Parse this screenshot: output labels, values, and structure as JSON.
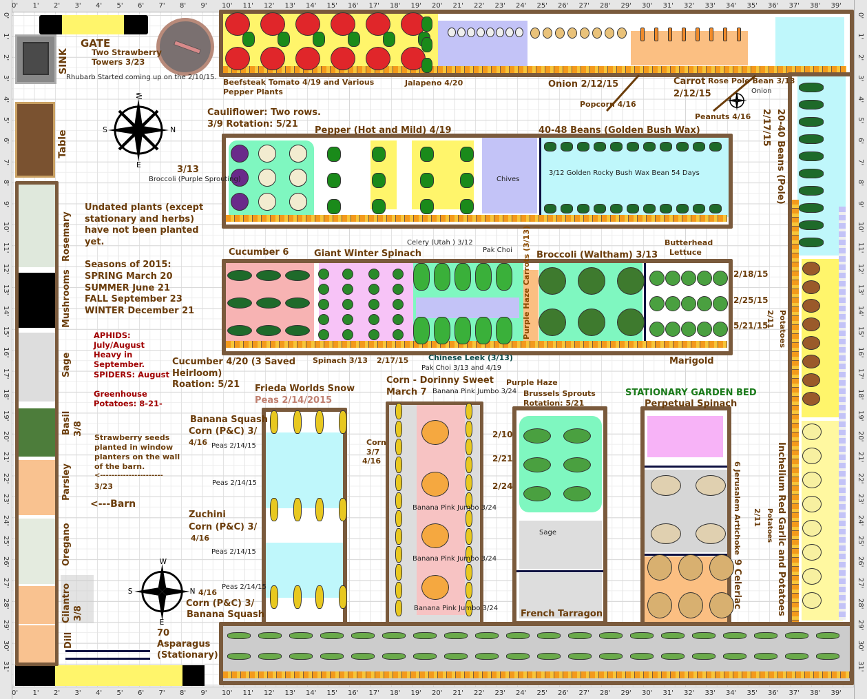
{
  "rulers": {
    "horizontal": [
      "0'",
      "1'",
      "2'",
      "3'",
      "4'",
      "5'",
      "6'",
      "7'",
      "8'",
      "9'",
      "10'",
      "11'",
      "12'",
      "13'",
      "14'",
      "15'",
      "16'",
      "17'",
      "18'",
      "19'",
      "20'",
      "21'",
      "22'",
      "23'",
      "24'",
      "25'",
      "26'",
      "27'",
      "28'",
      "29'",
      "30'",
      "31'",
      "32'",
      "33'",
      "34'",
      "35'",
      "36'",
      "37'",
      "38'",
      "39'"
    ],
    "vertical": [
      "0'",
      "1'",
      "2'",
      "3'",
      "4'",
      "5'",
      "6'",
      "7'",
      "8'",
      "9'",
      "10'",
      "11'",
      "12'",
      "13'",
      "14'",
      "15'",
      "16'",
      "17'",
      "18'",
      "19'",
      "20'",
      "21'",
      "22'",
      "23'",
      "24'",
      "25'",
      "26'",
      "27'",
      "28'",
      "29'",
      "30'",
      "31'"
    ]
  },
  "colors": {
    "label": "#6b3d0b",
    "wood": "#7a5a3c",
    "tomato_zone": "#fff56b",
    "bean_zone": "#bff7fb",
    "green_zone": "#7ff7c0",
    "pink_zone": "#f7b3b3",
    "lavender_zone": "#c3c3f7",
    "orange_zone": "#fbbf82"
  },
  "compass": {
    "n": "N",
    "s": "S",
    "e": "E",
    "w": "W"
  },
  "labels": {
    "gate": "GATE",
    "sink": "SINK",
    "strawberry_towers_1": "Two Strawberry",
    "strawberry_towers_2": "Towers 3/23",
    "rhubarb": "Rhubarb Started coming up on the 2/10/15.",
    "table": "Table",
    "beefsteak_1": "Beefsteak Tomato 4/19 and Various",
    "beefsteak_2": "Pepper Plants",
    "jalapeno": "Jalapeno 4/20",
    "onion": "Onion 2/12/15",
    "popcorn": "Popcorn 4/16",
    "carrot_1": "Carrot",
    "carrot_2": "2/12/15",
    "rose_pole_bean": "Rose Pole Bean 3/13",
    "onion_small": "Onion",
    "peanuts": "Peanuts 4/16",
    "pole_beans": "20-40 Beans (Pole)",
    "pole_beans_date": "2/17/15",
    "cauliflower_1": "Cauliflower: Two rows.",
    "cauliflower_2": "3/9 Rotation: 5/21",
    "pepper_hot_mild": "Pepper (Hot and Mild) 4/19",
    "golden_beans": "40-48 Beans (Golden Bush Wax)",
    "golden_rocky": "3/12 Golden Rocky Bush Wax Bean 54 Days",
    "chives": "Chives",
    "broccoli_purple_date": "3/13",
    "broccoli_purple": "Broccoli (Purple Sprouting)",
    "undated_1": "Undated plants (except",
    "undated_2": "stationary and herbs)",
    "undated_3": "have not been planted",
    "undated_4": "yet.",
    "seasons": "Seasons of 2015:",
    "spring": "SPRING  March 20",
    "summer": "SUMMER  June 21",
    "fall": "FALL  September 23",
    "winter": "WINTER  December 21",
    "aphids_1": "APHIDS:",
    "aphids_2": "July/August",
    "aphids_3": "Heavy in",
    "aphids_4": "September.",
    "spiders": "SPIDERS: August",
    "greenhouse_1": "Greenhouse",
    "greenhouse_2": "Potatoes: 8-21-",
    "cucumber6": "Cucumber 6",
    "giant_spinach": "Giant Winter Spinach",
    "celery": "Celery (Utah ) 3/12",
    "pak_choi": "Pak Choi",
    "purple_haze_carrots": "Purple Haze Carrots (3/13)",
    "broccoli_waltham": "Broccoli (Waltham) 3/13",
    "butterhead_1": "Butterhead",
    "butterhead_2": "Lettuce",
    "lettuce_d1": "2/18/15",
    "lettuce_d2": "2/25/15",
    "lettuce_d3": "5/21/15",
    "potatoes": "Potatoes",
    "potatoes_date": "2/11",
    "cucumber_1": "Cucumber 4/20 (3 Saved",
    "cucumber_2": "Heirloom)",
    "cucumber_3": "Roation: 5/21",
    "spinach_date": "Spinach 3/13",
    "spinach_date2": "2/17/15",
    "chinese_leek": "Chinese Leek (3/13)",
    "pak_choi_dates": "Pak Choi 3/13 and 4/19",
    "marigold": "Marigold",
    "frieda_1": "Frieda Worlds Snow",
    "frieda_2": "Peas 2/14/2015",
    "corn_dorinny_1": "Corn - Dorinny Sweet",
    "corn_dorinny_2": "March 7",
    "banana_pink_top": "Banana Pink Jumbo 3/24",
    "purple_haze": "Purple Haze",
    "brussels_1": "Brussels Sprouts",
    "brussels_2": "Rotation: 5/21",
    "stationary": "STATIONARY GARDEN BED",
    "perpetual_spinach": "Perpetual Spinach",
    "rosemary": "Rosemary",
    "mushrooms": "Mushrooms",
    "sage_herb": "Sage",
    "basil": "Basil",
    "basil_date": "3/8",
    "parsley": "Parsley",
    "oregano": "Oregano",
    "cilantro": "Cilantro",
    "cilantro_date": "3/8",
    "dill": "Dill",
    "banana_squash_top": "Banana Squash",
    "corn_pc_top": "Corn (P&C) 3/",
    "corn_pc_top_date": "4/16",
    "strawberry_seeds_1": "Strawberry seeds",
    "strawberry_seeds_2": "planted in window",
    "strawberry_seeds_3": "planters on the wall",
    "strawberry_seeds_4": "of the barn.",
    "strawberry_arrow": "<----------------------",
    "strawberry_date": "3/23",
    "barn": "<---Barn",
    "peas1": "Peas 2/14/15",
    "peas2": "Peas 2/14/15",
    "peas3": "Peas 2/14/15",
    "peas4": "Peas 2/14/15",
    "zuchini": "Zuchini",
    "corn_pc_mid": "Corn (P&C) 3/",
    "corn_pc_mid_date": "4/16",
    "corn_pc_bot_date": "4/16",
    "corn_pc_bot": "Corn (P&C) 3/",
    "banana_squash_bot": "Banana Squash",
    "corn_side_1": "Corn",
    "corn_side_2": "3/7",
    "corn_side_3": "4/16",
    "brussels_d1": "2/10",
    "brussels_d2": "2/21",
    "brussels_d3": "2/24",
    "banana_pink_1": "Banana Pink Jumbo 3/24",
    "banana_pink_2": "Banana Pink Jumbo 3/24",
    "banana_pink_3": "Banana Pink Jumbo 3/24",
    "sage_bed": "Sage",
    "french_tarragon": "French Tarragon",
    "jerusalem": "6 Jerusalem Artichoke",
    "celeriac": "9 Celeriac",
    "inchelium": "Inchelium Red Garlic and Potatoes",
    "potatoes2": "Potatoes",
    "potatoes2_date": "2/11",
    "asparagus_1": "70",
    "asparagus_2": "Asparagus",
    "asparagus_3": "(Stationary)"
  }
}
